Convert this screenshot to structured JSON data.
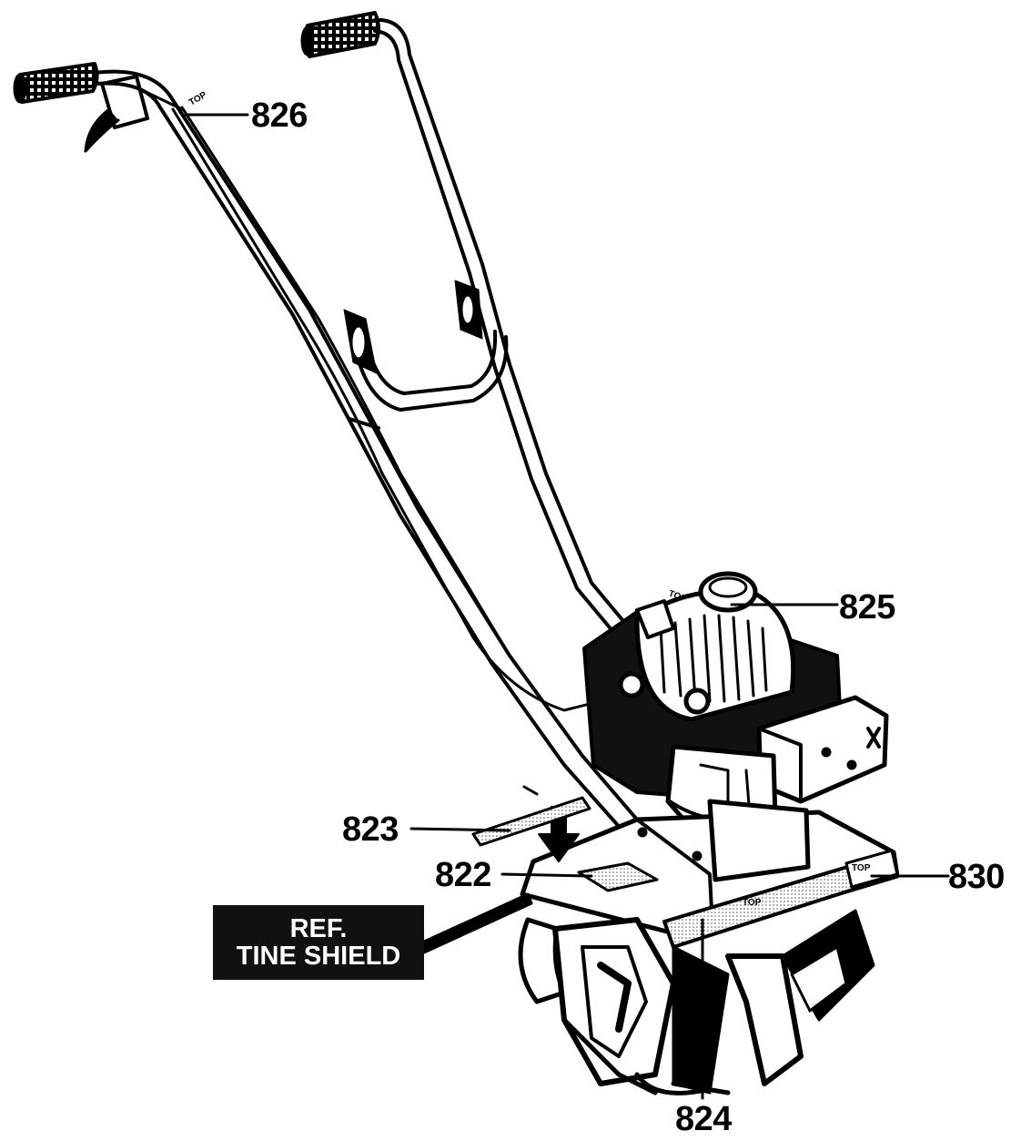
{
  "callouts": {
    "c826": "826",
    "c825": "825",
    "c823": "823",
    "c822": "822",
    "c830": "830",
    "c824": "824"
  },
  "ref_box": {
    "line1": "REF.",
    "line2": "TINE SHIELD"
  },
  "decal_text": {
    "top": "TOP"
  },
  "colors": {
    "ink": "#000000",
    "paper": "#ffffff",
    "decal_fill": "#d9d9d9"
  }
}
